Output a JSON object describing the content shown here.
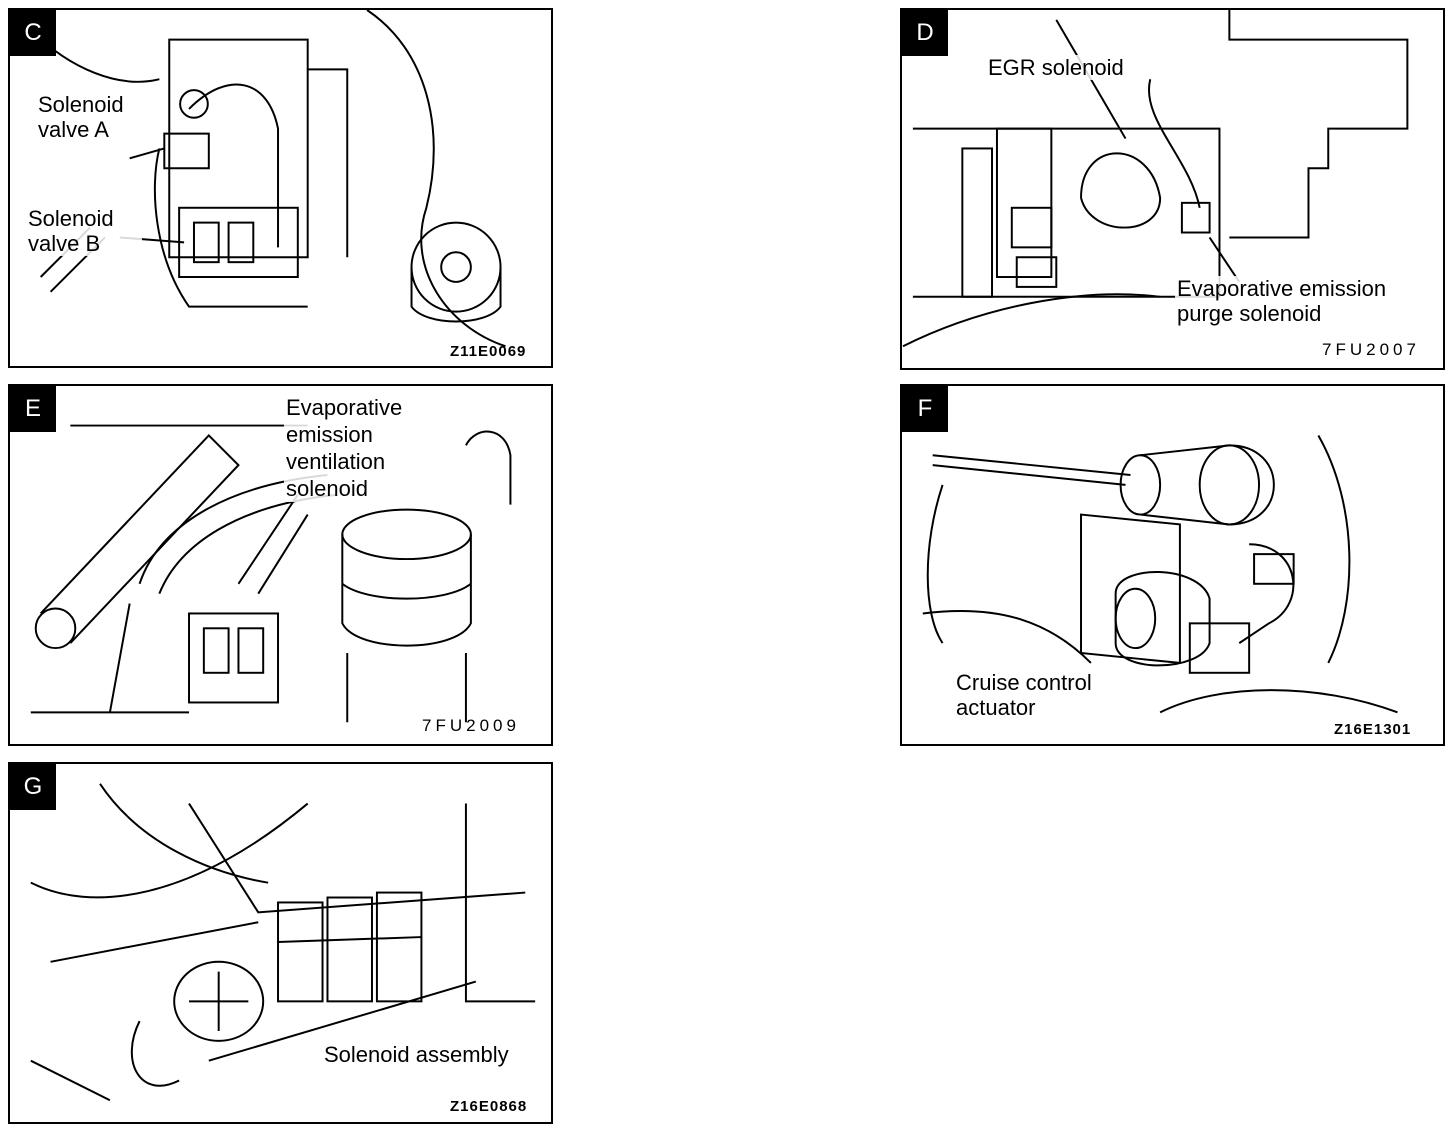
{
  "panels": {
    "C": {
      "letter": "C",
      "labels": [
        "Solenoid valve A",
        "Solenoid valve B"
      ],
      "code": "Z11E0069"
    },
    "D": {
      "letter": "D",
      "labels": [
        "EGR solenoid",
        "Evaporative emission purge solenoid"
      ],
      "code": "7FU2007"
    },
    "E": {
      "letter": "E",
      "labels": [
        "Evaporative emission ventilation solenoid"
      ],
      "code": "7FU2009"
    },
    "F": {
      "letter": "F",
      "labels": [
        "Cruise control actuator"
      ],
      "code": "Z16E1301"
    },
    "G": {
      "letter": "G",
      "labels": [
        "Solenoid assembly"
      ],
      "code": "Z16E0868"
    }
  }
}
